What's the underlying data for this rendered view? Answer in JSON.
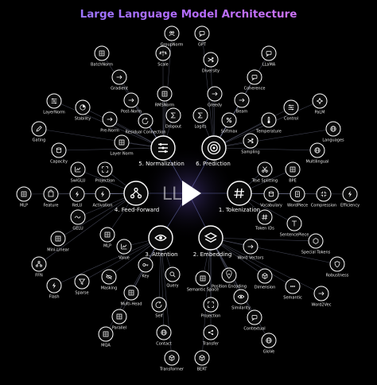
{
  "title": "Large Language Model Architecture",
  "center": {
    "label": "LL",
    "play_icon": "play-icon"
  },
  "hubs": [
    {
      "id": "normalization",
      "label": "5. Normalization",
      "icon": "sliders-icon"
    },
    {
      "id": "prediction",
      "label": "6. Prediction",
      "icon": "target-icon"
    },
    {
      "id": "feed-forward",
      "label": "4. Feed-Forward",
      "icon": "network-icon"
    },
    {
      "id": "tokenization",
      "label": "1. Tokenization",
      "icon": "hash-icon"
    },
    {
      "id": "attention",
      "label": "3. Attention",
      "icon": "eye-icon"
    },
    {
      "id": "embedding",
      "label": "2. Embedding",
      "icon": "layers-icon"
    }
  ],
  "nodes": [
    {
      "label": "GroupNorm",
      "icon": "people-icon"
    },
    {
      "label": "GPT",
      "icon": "chat-icon"
    },
    {
      "label": "BatchNorm",
      "icon": "grid-icon"
    },
    {
      "label": "Scale",
      "icon": "scale-icon"
    },
    {
      "label": "Diversity",
      "icon": "shuffle-icon"
    },
    {
      "label": "LLaMA",
      "icon": "chat-icon"
    },
    {
      "label": "Gradient",
      "icon": "arrow-icon"
    },
    {
      "label": "Coherence",
      "icon": "chat-icon"
    },
    {
      "label": "Post-Norm",
      "icon": "arrow-icon"
    },
    {
      "label": "RMSNorm",
      "icon": "grid-icon"
    },
    {
      "label": "Greedy",
      "icon": "arrow-icon"
    },
    {
      "label": "LayerNorm",
      "icon": "sliders-icon"
    },
    {
      "label": "Stability",
      "icon": "pie-icon"
    },
    {
      "label": "Beam",
      "icon": "arrow-icon"
    },
    {
      "label": "PaLM",
      "icon": "sparkle-icon"
    },
    {
      "label": "Residual Connection",
      "icon": "cycle-icon"
    },
    {
      "label": "Dropout",
      "icon": "sigma-icon"
    },
    {
      "label": "Logits",
      "icon": "sigma-icon"
    },
    {
      "label": "Softmax",
      "icon": "percent-icon"
    },
    {
      "label": "Control",
      "icon": "sliders-icon"
    },
    {
      "label": "Pre-Norm",
      "icon": "arrow-icon"
    },
    {
      "label": "Temperature",
      "icon": "thermometer-icon"
    },
    {
      "label": "Gating",
      "icon": "pen-icon"
    },
    {
      "label": "Layer Norm",
      "icon": "grid-icon"
    },
    {
      "label": "Sampling",
      "icon": "shuffle-icon"
    },
    {
      "label": "Languages",
      "icon": "globe-icon"
    },
    {
      "label": "Capacity",
      "icon": "database-icon"
    },
    {
      "label": "Multilingual",
      "icon": "globe-icon"
    },
    {
      "label": "SwiGLU",
      "icon": "chart-icon"
    },
    {
      "label": "Projection",
      "icon": "expand-icon"
    },
    {
      "label": "Text Splitting",
      "icon": "scissors-icon"
    },
    {
      "label": "BPE",
      "icon": "grid-icon"
    },
    {
      "label": "MLP",
      "icon": "grid-icon"
    },
    {
      "label": "Feature",
      "icon": "puzzle-icon"
    },
    {
      "label": "ReLU",
      "icon": "bolt-icon"
    },
    {
      "label": "Activation",
      "icon": "bolt-icon"
    },
    {
      "label": "Vocabulary",
      "icon": "database-icon"
    },
    {
      "label": "WordPiece",
      "icon": "doc-icon"
    },
    {
      "label": "Compression",
      "icon": "compress-icon"
    },
    {
      "label": "Efficiency",
      "icon": "bolt-icon"
    },
    {
      "label": "GELU",
      "icon": "wave-icon"
    },
    {
      "label": "Token IDs",
      "icon": "hash-icon"
    },
    {
      "label": "SentencePiece",
      "icon": "text-icon"
    },
    {
      "label": "Mini-Linear",
      "icon": "grid-icon"
    },
    {
      "label": "MLP",
      "icon": "grid-icon"
    },
    {
      "label": "Value",
      "icon": "chart-icon"
    },
    {
      "label": "Word Vectors",
      "icon": "arrow-icon"
    },
    {
      "label": "Special Tokens",
      "icon": "hexagon-icon"
    },
    {
      "label": "FFN",
      "icon": "network-icon"
    },
    {
      "label": "Key",
      "icon": "key-icon"
    },
    {
      "label": "Robustness",
      "icon": "shield-icon"
    },
    {
      "label": "Masking",
      "icon": "eye-off-icon"
    },
    {
      "label": "Query",
      "icon": "search-icon"
    },
    {
      "label": "Position Encoding",
      "icon": "pin-icon"
    },
    {
      "label": "Dimension",
      "icon": "cube-icon"
    },
    {
      "label": "Flash",
      "icon": "bolt-icon"
    },
    {
      "label": "Sparse",
      "icon": "filter-icon"
    },
    {
      "label": "Semantic Space",
      "icon": "grid-icon"
    },
    {
      "label": "Semantic",
      "icon": "dots-icon"
    },
    {
      "label": "Word2Vec",
      "icon": "arrow-icon"
    },
    {
      "label": "Multi-Head",
      "icon": "grid-icon"
    },
    {
      "label": "Self",
      "icon": "cycle-icon"
    },
    {
      "label": "Similarity",
      "icon": "eye-icon"
    },
    {
      "label": "Parallel",
      "icon": "grid-icon"
    },
    {
      "label": "Projection",
      "icon": "expand-icon"
    },
    {
      "label": "Contextual",
      "icon": "chat-icon"
    },
    {
      "label": "MQA",
      "icon": "grid-icon"
    },
    {
      "label": "Contact",
      "icon": "globe-icon"
    },
    {
      "label": "Transfer",
      "icon": "share-icon"
    },
    {
      "label": "GloVe",
      "icon": "globe-icon"
    },
    {
      "label": "Transformer",
      "icon": "cube-icon"
    },
    {
      "label": "BERT",
      "icon": "cube-icon"
    }
  ]
}
